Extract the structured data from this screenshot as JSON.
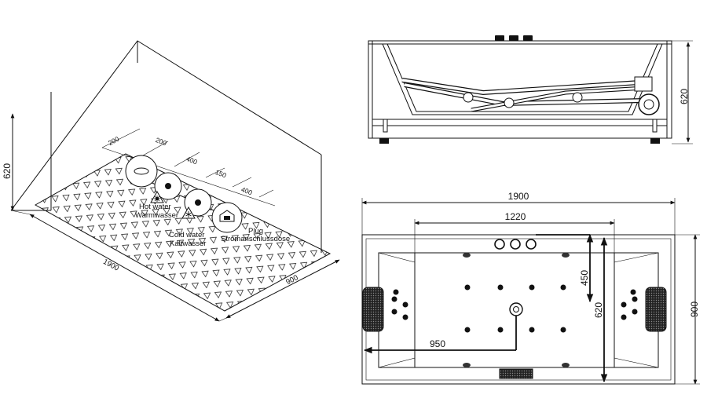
{
  "iso_view": {
    "height_dim": "620",
    "length_dim": "1900",
    "width_dim": "900",
    "spacing_dims": [
      "200",
      "200",
      "400",
      "150",
      "400"
    ],
    "hot_water_en": "Hot water",
    "hot_water_de": "Warmwasser",
    "cold_water_en": "Cold water",
    "cold_water_de": "Kaltwasser",
    "plug_en": "Plug",
    "plug_de": "Stromanschlussdose"
  },
  "side_view": {
    "height_dim": "620"
  },
  "top_view": {
    "length_dim": "1900",
    "inner_dim": "1220",
    "width_dim": "900",
    "drain_y_dim": "620",
    "control_y_dim": "450",
    "drain_x_dim": "950"
  }
}
